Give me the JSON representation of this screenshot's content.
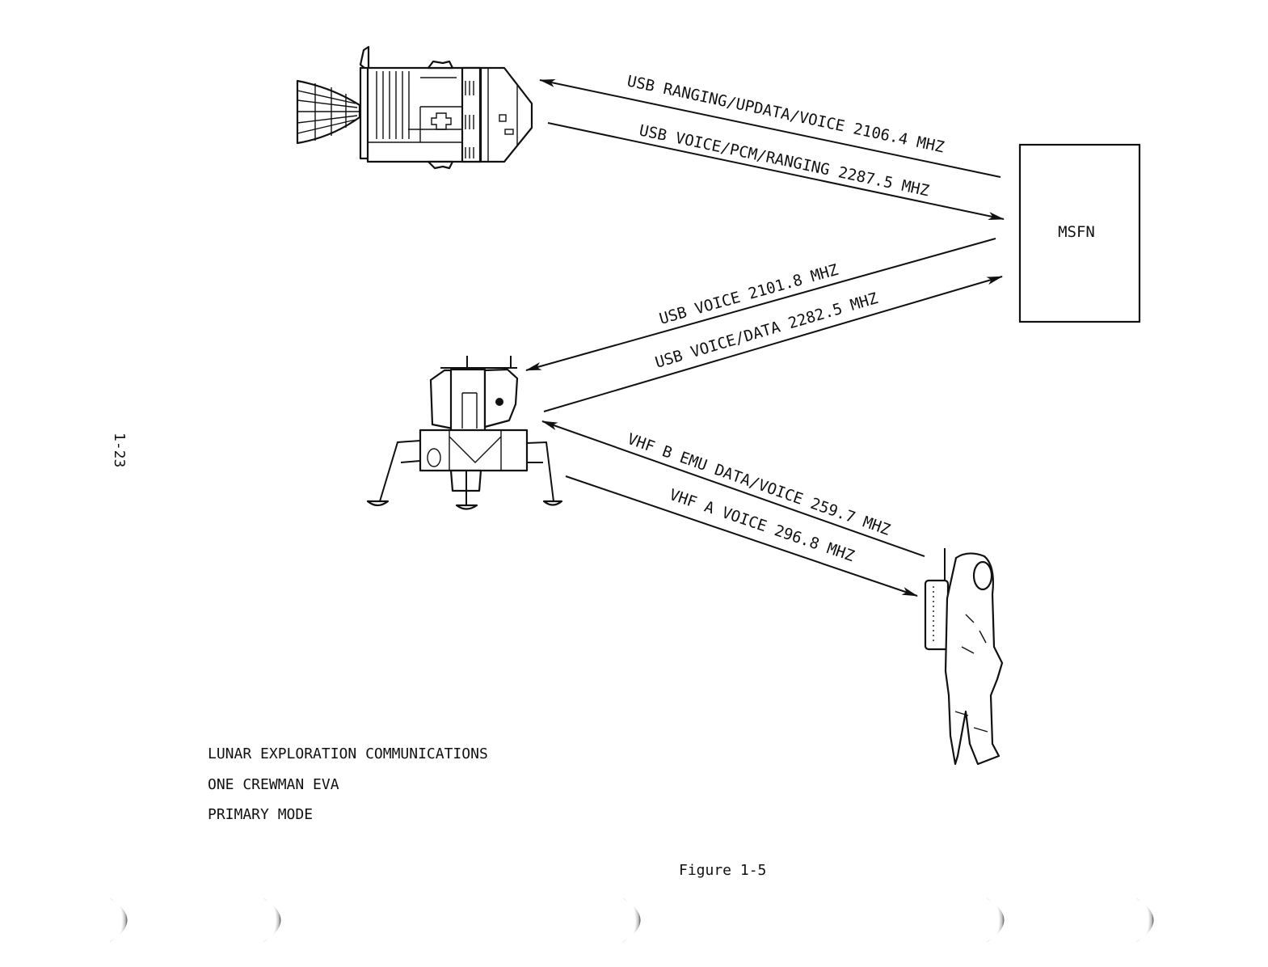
{
  "figure": {
    "number_label": "Figure 1-5",
    "page_number": "1-23",
    "caption_lines": [
      "LUNAR EXPLORATION COMMUNICATIONS",
      "ONE CREWMAN EVA",
      "PRIMARY MODE"
    ]
  },
  "nodes": {
    "csm": {
      "name": "Command/Service Module",
      "icon": "csm-spacecraft-icon"
    },
    "lm": {
      "name": "Lunar Module",
      "icon": "lunar-module-icon"
    },
    "eva": {
      "name": "EVA Crewman",
      "icon": "astronaut-icon"
    },
    "msfn": {
      "label": "MSFN"
    }
  },
  "links": [
    {
      "id": "msfn-to-csm",
      "from": "MSFN",
      "to": "CSM",
      "label": "USB RANGING/UPDATA/VOICE 2106.4 MHZ"
    },
    {
      "id": "csm-to-msfn",
      "from": "CSM",
      "to": "MSFN",
      "label": "USB VOICE/PCM/RANGING 2287.5 MHZ"
    },
    {
      "id": "msfn-to-lm",
      "from": "MSFN",
      "to": "LM",
      "label": "USB VOICE 2101.8 MHZ"
    },
    {
      "id": "lm-to-msfn",
      "from": "LM",
      "to": "MSFN",
      "label": "USB VOICE/DATA 2282.5 MHZ"
    },
    {
      "id": "eva-to-lm",
      "from": "EVA",
      "to": "LM",
      "label": "VHF B EMU DATA/VOICE 259.7 MHZ"
    },
    {
      "id": "lm-to-eva",
      "from": "LM",
      "to": "EVA",
      "label": "VHF A VOICE 296.8 MHZ"
    }
  ]
}
